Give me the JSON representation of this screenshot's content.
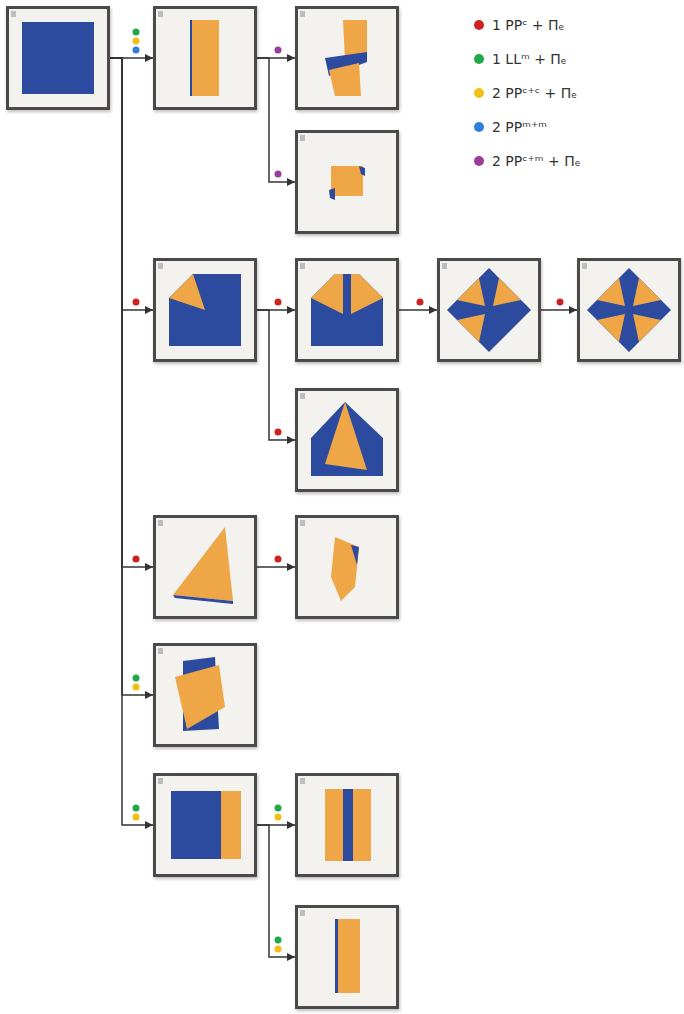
{
  "diagram": {
    "nodes": [
      {
        "text": []
      },
      {
        "text": []
      },
      {
        "text": []
      },
      {
        "text": []
      },
      {
        "text": []
      },
      {
        "text": []
      },
      {
        "text": []
      },
      {
        "text": []
      },
      {
        "text": []
      },
      {
        "text": []
      },
      {
        "text": []
      },
      {
        "text": []
      },
      {
        "text": []
      },
      {
        "text": []
      },
      {
        "text": []
      }
    ],
    "edges": [
      {
        "from": 0,
        "to": 1,
        "arrow": "to"
      },
      {
        "from": 1,
        "to": 2,
        "arrow": "to"
      },
      {
        "from": 1,
        "to": 3,
        "arrow": "to"
      },
      {
        "from": 0,
        "to": 4,
        "arrow": "to"
      },
      {
        "from": 4,
        "to": 5,
        "arrow": "to"
      },
      {
        "from": 5,
        "to": 6,
        "arrow": "to"
      },
      {
        "from": 6,
        "to": 7,
        "arrow": "to"
      },
      {
        "from": 4,
        "to": 8,
        "arrow": "to"
      },
      {
        "from": 0,
        "to": 9,
        "arrow": "to"
      },
      {
        "from": 9,
        "to": 10,
        "arrow": "to"
      },
      {
        "from": 0,
        "to": 11,
        "arrow": "to"
      },
      {
        "from": 0,
        "to": 12,
        "arrow": "to"
      },
      {
        "from": 12,
        "to": 13,
        "arrow": "to"
      },
      {
        "from": 12,
        "to": 14,
        "arrow": "to"
      }
    ],
    "legend": [
      {
        "text": "1 PPᶜ + Πₑ",
        "color": "#cc2222"
      },
      {
        "text": "1 LLᵐ + Πₑ",
        "color": "#22a84a"
      },
      {
        "text": "2 PPᶜ⁺ᶜ + Πₑ",
        "color": "#f2c014"
      },
      {
        "text": "2 PPᵐ⁺ᵐ",
        "color": "#2f7fd8"
      },
      {
        "text": "2 PPᶜ⁺ᵐ + Πₑ",
        "color": "#9a3c9a"
      }
    ]
  }
}
